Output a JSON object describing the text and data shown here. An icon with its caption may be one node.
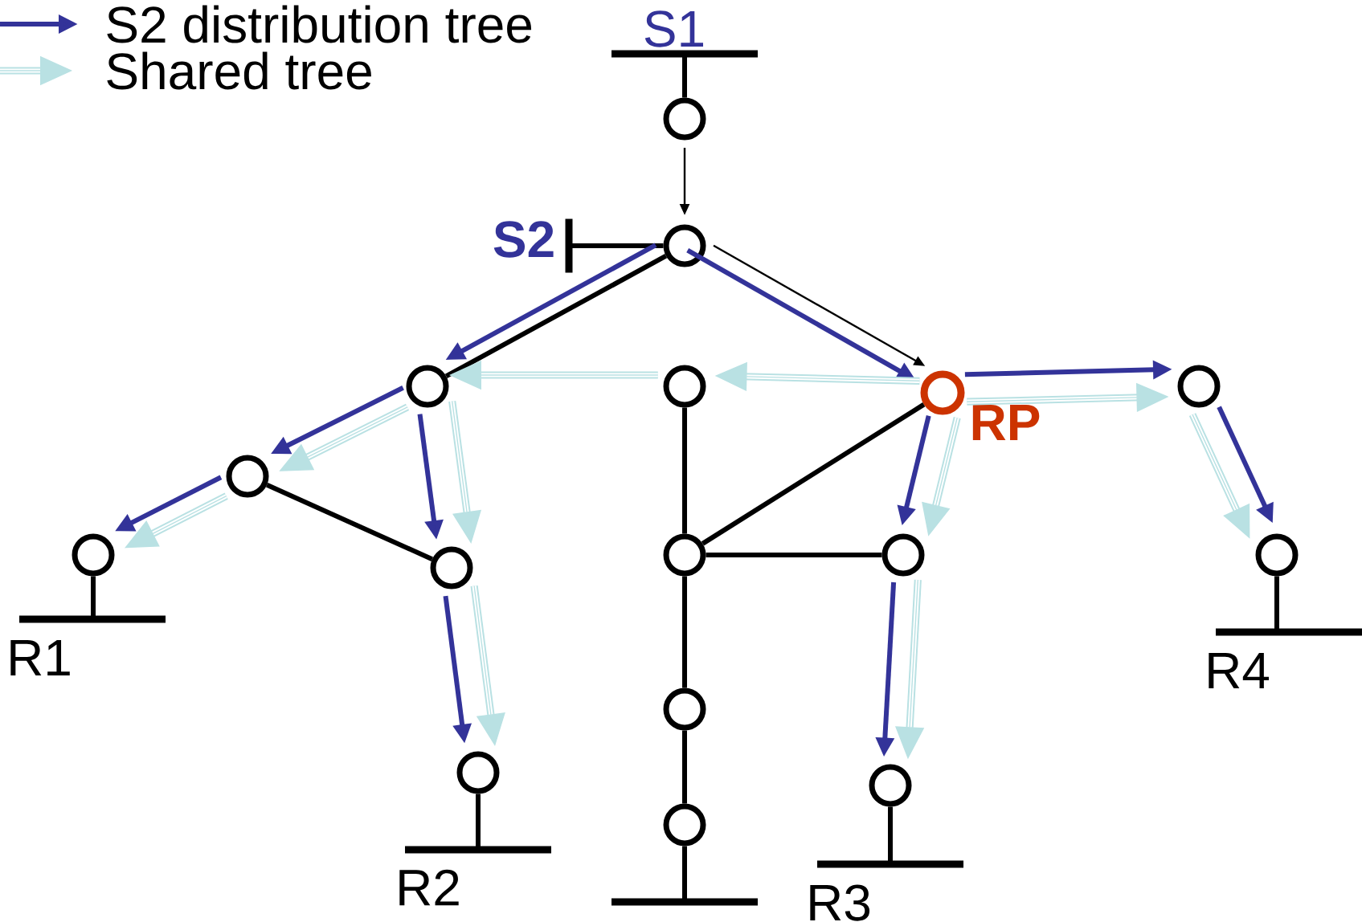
{
  "diagram": {
    "nodes": [
      {
        "text": [
          "S1"
        ]
      },
      {
        "text": [],
        "shape": "circle"
      },
      {
        "text": [
          "S2"
        ]
      },
      {
        "text": [],
        "shape": "circle"
      },
      {
        "text": [],
        "shape": "circle"
      },
      {
        "text": [],
        "shape": "circle"
      },
      {
        "text": [],
        "shape": "circle",
        "beside": [
          "RP"
        ]
      },
      {
        "text": [],
        "shape": "circle"
      },
      {
        "text": [],
        "shape": "circle"
      },
      {
        "text": [],
        "shape": "circle"
      },
      {
        "text": [],
        "shape": "circle"
      },
      {
        "text": [],
        "shape": "circle"
      },
      {
        "text": [],
        "shape": "circle"
      },
      {
        "text": [],
        "shape": "circle"
      },
      {
        "text": [
          "R1"
        ]
      },
      {
        "text": [
          "R4"
        ]
      },
      {
        "text": [],
        "shape": "circle"
      },
      {
        "text": [],
        "shape": "circle"
      },
      {
        "text": [],
        "shape": "circle"
      },
      {
        "text": [],
        "shape": "circle"
      },
      {
        "text": [
          "R2"
        ]
      },
      {
        "text": [
          "R3"
        ]
      },
      {
        "text": [],
        "shape": "bar"
      }
    ],
    "edges": [
      {
        "from": 0,
        "to": 1,
        "arrow": "none"
      },
      {
        "from": 2,
        "to": 3,
        "arrow": "none"
      },
      {
        "from": 3,
        "to": 4,
        "arrow": "none"
      },
      {
        "from": 8,
        "to": 10,
        "arrow": "none"
      },
      {
        "from": 5,
        "to": 11,
        "arrow": "none"
      },
      {
        "from": 6,
        "to": 11,
        "arrow": "none"
      },
      {
        "from": 11,
        "to": 12,
        "arrow": "none"
      },
      {
        "from": 11,
        "to": 16,
        "arrow": "none"
      },
      {
        "from": 16,
        "to": 19,
        "arrow": "none"
      },
      {
        "from": 19,
        "to": 22,
        "arrow": "none"
      },
      {
        "from": 9,
        "to": 14,
        "arrow": "none"
      },
      {
        "from": 17,
        "to": 20,
        "arrow": "none"
      },
      {
        "from": 18,
        "to": 21,
        "arrow": "none"
      },
      {
        "from": 13,
        "to": 15,
        "arrow": "none"
      },
      {
        "from": 1,
        "to": 3,
        "arrow": "to"
      },
      {
        "from": 3,
        "to": 6,
        "arrow": "to"
      },
      {
        "from": 3,
        "to": 4,
        "arrow": "to",
        "color": "#333399"
      },
      {
        "from": 3,
        "to": 6,
        "arrow": "to",
        "color": "#333399"
      },
      {
        "from": 4,
        "to": 8,
        "arrow": "to",
        "color": "#333399"
      },
      {
        "from": 8,
        "to": 9,
        "arrow": "to",
        "color": "#333399"
      },
      {
        "from": 4,
        "to": 10,
        "arrow": "to",
        "color": "#333399"
      },
      {
        "from": 10,
        "to": 17,
        "arrow": "to",
        "color": "#333399"
      },
      {
        "from": 6,
        "to": 7,
        "arrow": "to",
        "color": "#333399"
      },
      {
        "from": 7,
        "to": 13,
        "arrow": "to",
        "color": "#333399"
      },
      {
        "from": 6,
        "to": 12,
        "arrow": "to",
        "color": "#333399"
      },
      {
        "from": 12,
        "to": 18,
        "arrow": "to",
        "color": "#333399"
      },
      {
        "from": 6,
        "to": 5,
        "arrow": "to",
        "color": "#b9e1e3"
      },
      {
        "from": 5,
        "to": 4,
        "arrow": "to",
        "color": "#b9e1e3"
      },
      {
        "from": 4,
        "to": 8,
        "arrow": "to",
        "color": "#b9e1e3"
      },
      {
        "from": 8,
        "to": 9,
        "arrow": "to",
        "color": "#b9e1e3"
      },
      {
        "from": 4,
        "to": 10,
        "arrow": "to",
        "color": "#b9e1e3"
      },
      {
        "from": 10,
        "to": 17,
        "arrow": "to",
        "color": "#b9e1e3"
      },
      {
        "from": 6,
        "to": 7,
        "arrow": "to",
        "color": "#b9e1e3"
      },
      {
        "from": 7,
        "to": 13,
        "arrow": "to",
        "color": "#b9e1e3"
      },
      {
        "from": 6,
        "to": 12,
        "arrow": "to",
        "color": "#b9e1e3"
      },
      {
        "from": 12,
        "to": 18,
        "arrow": "to",
        "color": "#b9e1e3"
      }
    ],
    "legend": [
      {
        "text": "S2 distribution tree"
      },
      {
        "text": "Shared tree"
      }
    ]
  }
}
